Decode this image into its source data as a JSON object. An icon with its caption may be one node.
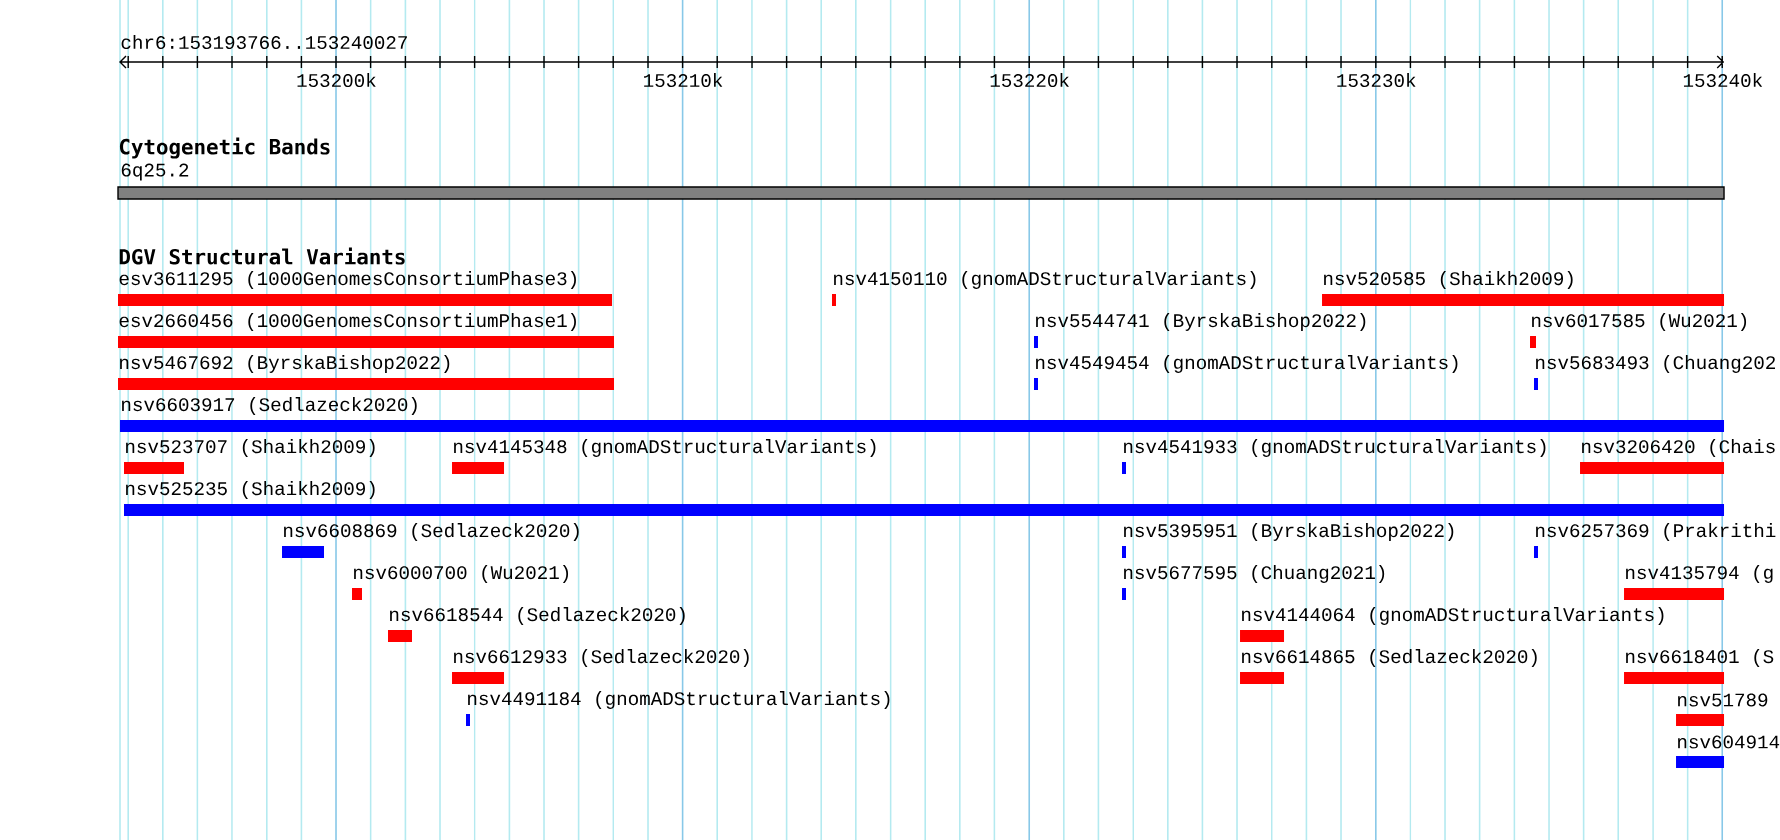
{
  "diagram": {
    "nodes": [
      {
        "text": [
          "6q25.2"
        ]
      },
      {
        "text": [
          "esv3611295 (1000GenomesConsortiumPhase3)"
        ]
      },
      {
        "text": [
          "nsv4150110 (gnomADStructuralVariants)"
        ]
      },
      {
        "text": [
          "nsv520585 (Shaikh2009)"
        ]
      },
      {
        "text": [
          "esv2660456 (1000GenomesConsortiumPhase1)"
        ]
      },
      {
        "text": [
          "nsv5544741 (ByrskaBishop2022)"
        ]
      },
      {
        "text": [
          "nsv6017585 (Wu2021)"
        ]
      },
      {
        "text": [
          "nsv5467692 (ByrskaBishop2022)"
        ]
      },
      {
        "text": [
          "nsv4549454 (gnomADStructuralVariants)"
        ]
      },
      {
        "text": [
          "nsv5683493 (Chuang202"
        ]
      },
      {
        "text": [
          "nsv6603917 (Sedlazeck2020)"
        ]
      },
      {
        "text": [
          "nsv523707 (Shaikh2009)"
        ]
      },
      {
        "text": [
          "nsv4145348 (gnomADStructuralVariants)"
        ]
      },
      {
        "text": [
          "nsv4541933 (gnomADStructuralVariants)"
        ]
      },
      {
        "text": [
          "nsv3206420 (Chais"
        ]
      },
      {
        "text": [
          "nsv525235 (Shaikh2009)"
        ]
      },
      {
        "text": [
          "nsv6608869 (Sedlazeck2020)"
        ]
      },
      {
        "text": [
          "nsv5395951 (ByrskaBishop2022)"
        ]
      },
      {
        "text": [
          "nsv6257369 (Prakrithi"
        ]
      },
      {
        "text": [
          "nsv6000700 (Wu2021)"
        ]
      },
      {
        "text": [
          "nsv5677595 (Chuang2021)"
        ]
      },
      {
        "text": [
          "nsv4135794 (g"
        ]
      },
      {
        "text": [
          "nsv6618544 (Sedlazeck2020)"
        ]
      },
      {
        "text": [
          "nsv4144064 (gnomADStructuralVariants)"
        ]
      },
      {
        "text": [
          "nsv6612933 (Sedlazeck2020)"
        ]
      },
      {
        "text": [
          "nsv6614865 (Sedlazeck2020)"
        ]
      },
      {
        "text": [
          "nsv6618401 (S"
        ]
      },
      {
        "text": [
          "nsv4491184 (gnomADStructuralVariants)"
        ]
      },
      {
        "text": [
          "nsv51789"
        ]
      },
      {
        "text": [
          "nsv604914"
        ]
      }
    ],
    "labels": [
      "chr6:153193766..153240027",
      "153200k",
      "153210k",
      "153220k",
      "153230k",
      "153240k",
      "Cytogenetic Bands",
      "DGV Structural Variants"
    ]
  }
}
